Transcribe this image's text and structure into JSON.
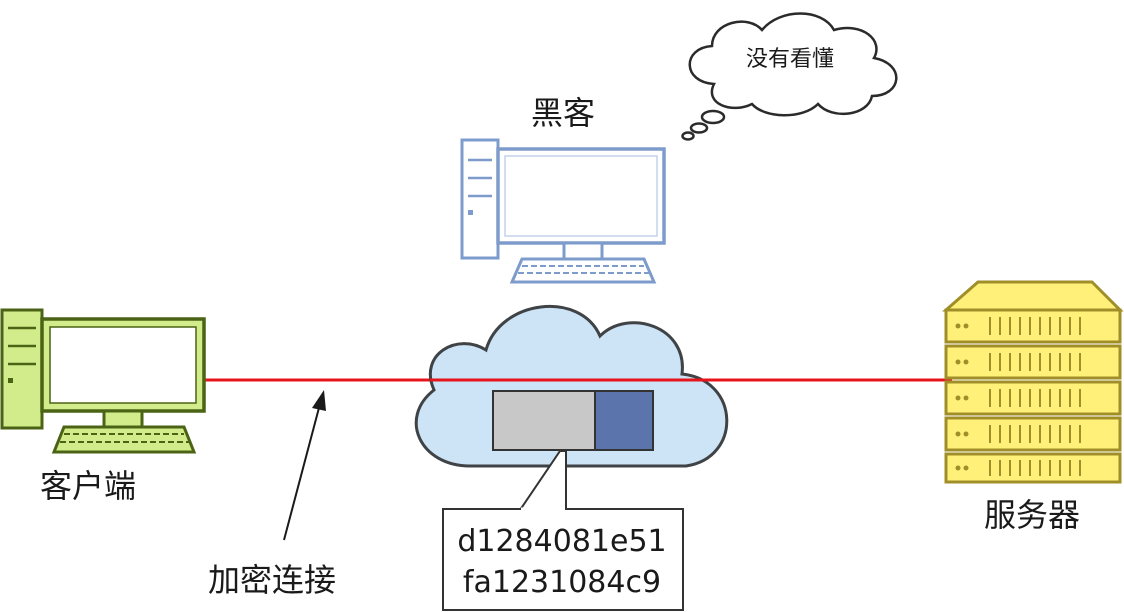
{
  "labels": {
    "hacker": "黑客",
    "thought": "没有看懂",
    "client": "客户端",
    "server": "服务器",
    "connection": "加密连接"
  },
  "encrypted_text": {
    "line1": "d1284081e51",
    "line2": "fa1231084c9"
  },
  "colors": {
    "connection_line": "#e8141b",
    "hacker_outline": "#7d9ccc",
    "client_fill": "#d2ec8c",
    "client_outline": "#4a6314",
    "server_fill": "#fff07a",
    "server_outline": "#a08f28",
    "cloud_fill": "#cde3f6",
    "cloud_outline": "#3f4346",
    "packet_gray": "#c8c8c8",
    "packet_blue": "#5b74ab"
  },
  "icons": [
    "hacker-computer-icon",
    "client-computer-icon",
    "server-rack-icon",
    "network-cloud-icon",
    "thought-bubble-icon",
    "pointer-arrow-icon"
  ]
}
